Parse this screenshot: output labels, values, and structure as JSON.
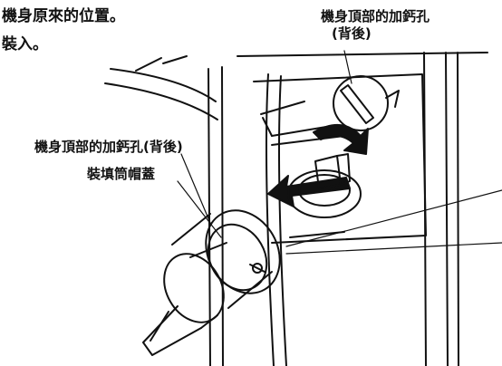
{
  "instructions": {
    "line1": "機身原來的位置。",
    "line2": "裝入。"
  },
  "labels": {
    "top_line1": "機身頂部的加鈣孔",
    "top_line2": "(背後)",
    "left": "機身頂部的加鈣孔(背後)",
    "cap": "裝填筒帽蓋"
  },
  "colors": {
    "line": "#111111",
    "background": "#ffffff"
  }
}
